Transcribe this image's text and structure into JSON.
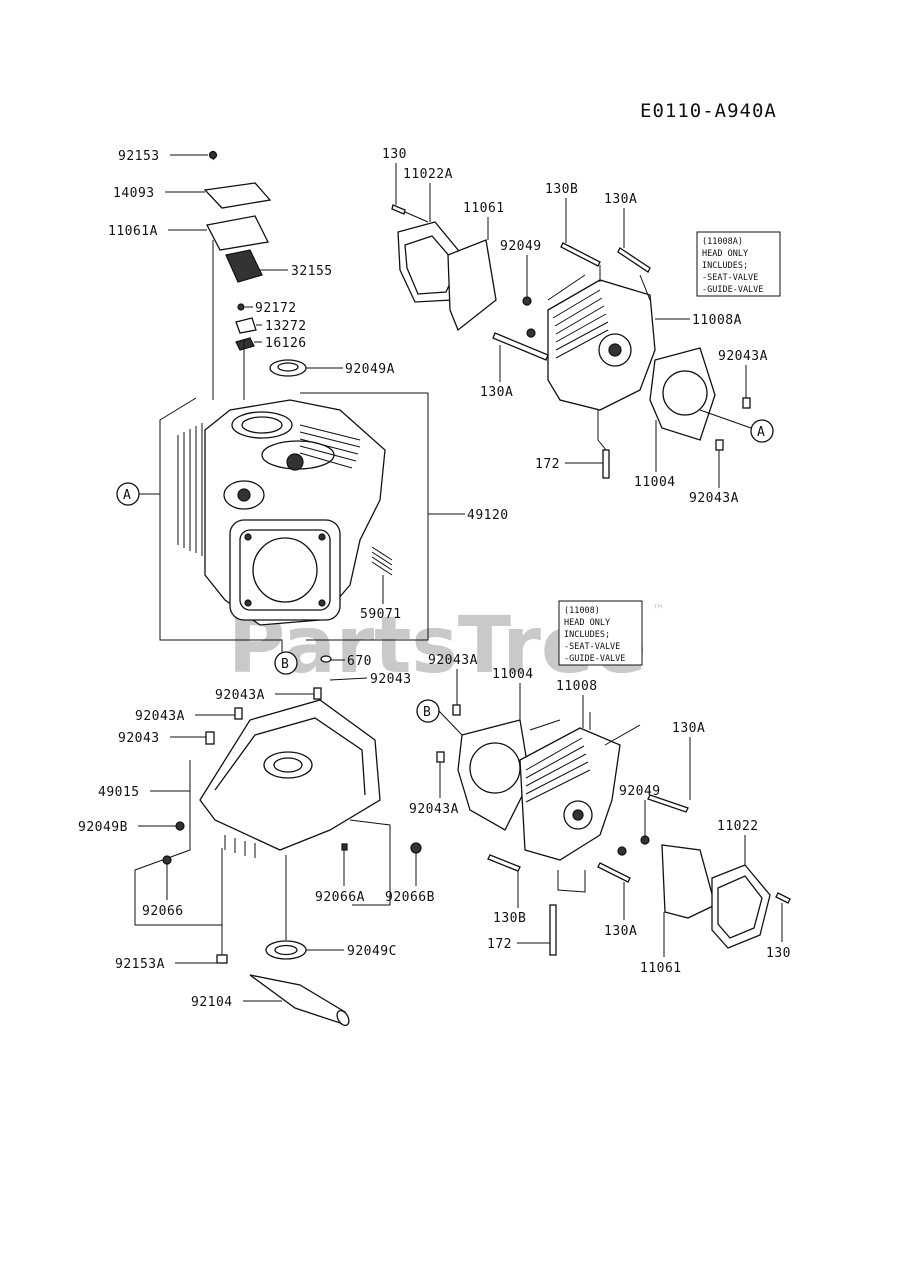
{
  "diagram_code": "E0110-A940A",
  "watermark": "PartsTree",
  "watermark_tm": "™",
  "callouts": {
    "A": "A",
    "B": "B"
  },
  "notes": {
    "head_a": [
      "(11008A)",
      "HEAD ONLY",
      "INCLUDES;",
      "-SEAT-VALVE",
      "-GUIDE-VALVE"
    ],
    "head_b": [
      "(11008)",
      "HEAD ONLY",
      "INCLUDES;",
      "-SEAT-VALVE",
      "-GUIDE-VALVE"
    ]
  },
  "labels": {
    "p92153": "92153",
    "p14093": "14093",
    "p11061A": "11061A",
    "p32155": "32155",
    "p92172": "92172",
    "p13272": "13272",
    "p16126": "16126",
    "p92049A": "92049A",
    "p49120": "49120",
    "p59071": "59071",
    "p670": "670",
    "p92043_top": "92043",
    "p130_top": "130",
    "p11022A": "11022A",
    "p11061_top": "11061",
    "p130B_top": "130B",
    "p130A_top": "130A",
    "p92049_top": "92049",
    "p11008A": "11008A",
    "p92043A_r1": "92043A",
    "p130A_mid": "130A",
    "p172_top": "172",
    "p11004_top": "11004",
    "p92043A_r2": "92043A",
    "p92043A_l1": "92043A",
    "p92043A_l2": "92043A",
    "p92043_l": "92043",
    "p49015": "49015",
    "p92049B": "92049B",
    "p92066": "92066",
    "p92066A": "92066A",
    "p92066B": "92066B",
    "p92049C": "92049C",
    "p92153A": "92153A",
    "p92104": "92104",
    "p92043A_b1": "92043A",
    "p11004_bot": "11004",
    "p11008": "11008",
    "p130A_bot_r": "130A",
    "p92043A_b2": "92043A",
    "p92049_bot": "92049",
    "p11022": "11022",
    "p130B_bot": "130B",
    "p130A_bot": "130A",
    "p172_bot": "172",
    "p11061_bot": "11061",
    "p130_bot": "130"
  }
}
